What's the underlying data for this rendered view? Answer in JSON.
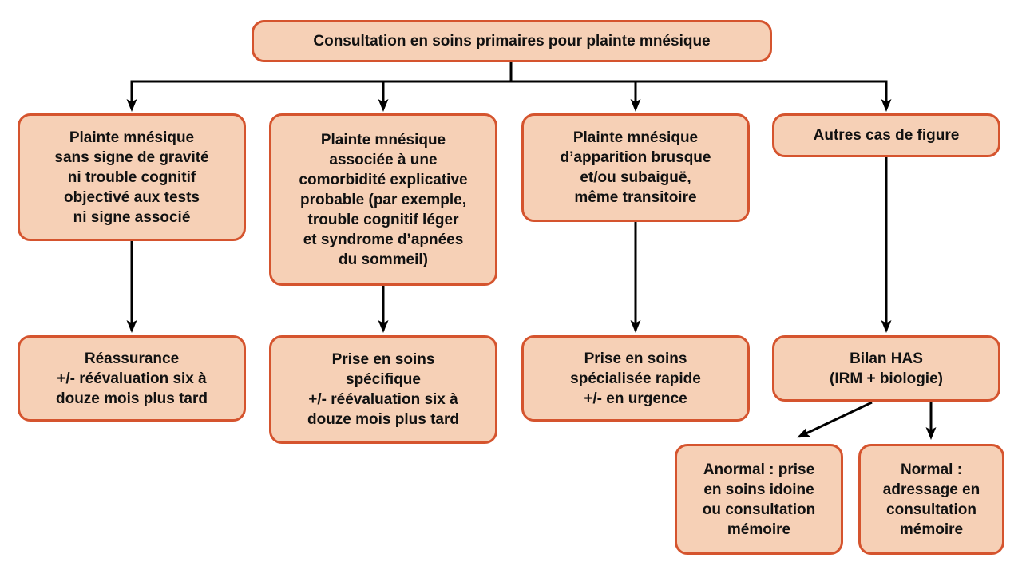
{
  "flowchart": {
    "type": "decision-tree",
    "title": "Consultation en soins primaires pour plainte mnésique",
    "colors": {
      "node_fill": "#F6D0B6",
      "node_border": "#D5542E",
      "arrow": "#000000",
      "text": "#111111",
      "background": "#FFFFFF"
    },
    "nodes": {
      "root": {
        "text": "Consultation en soins primaires pour plainte mnésique"
      },
      "r1c1": {
        "text": "Plainte mnésique\nsans signe de gravité\nni trouble cognitif\nobjectivé aux tests\nni signe associé"
      },
      "r1c2": {
        "text": "Plainte mnésique\nassociée à une\ncomorbidité explicative\nprobable (par exemple,\ntrouble cognitif léger\net syndrome d’apnées\ndu sommeil)"
      },
      "r1c3": {
        "text": "Plainte mnésique\nd’apparition brusque\net/ou subaiguë,\nmême transitoire"
      },
      "r1c4": {
        "text": "Autres cas de figure"
      },
      "r2c1": {
        "text": "Réassurance\n+/- réévaluation six à\ndouze mois plus tard"
      },
      "r2c2": {
        "text": "Prise en soins\nspécifique\n+/- réévaluation six à\ndouze mois plus tard"
      },
      "r2c3": {
        "text": "Prise en soins\nspécialisée rapide\n+/- en urgence"
      },
      "r2c4": {
        "text": "Bilan HAS\n(IRM + biologie)"
      },
      "anormal": {
        "text": "Anormal : prise\nen soins idoine\nou consultation\nmémoire"
      },
      "normal": {
        "text": "Normal :\nadressage en\nconsultation\nmémoire"
      }
    },
    "edges": [
      {
        "from": "root",
        "to": "r1c1"
      },
      {
        "from": "root",
        "to": "r1c2"
      },
      {
        "from": "root",
        "to": "r1c3"
      },
      {
        "from": "root",
        "to": "r1c4"
      },
      {
        "from": "r1c1",
        "to": "r2c1"
      },
      {
        "from": "r1c2",
        "to": "r2c2"
      },
      {
        "from": "r1c3",
        "to": "r2c3"
      },
      {
        "from": "r1c4",
        "to": "r2c4"
      },
      {
        "from": "r2c4",
        "to": "anormal"
      },
      {
        "from": "r2c4",
        "to": "normal"
      }
    ]
  }
}
